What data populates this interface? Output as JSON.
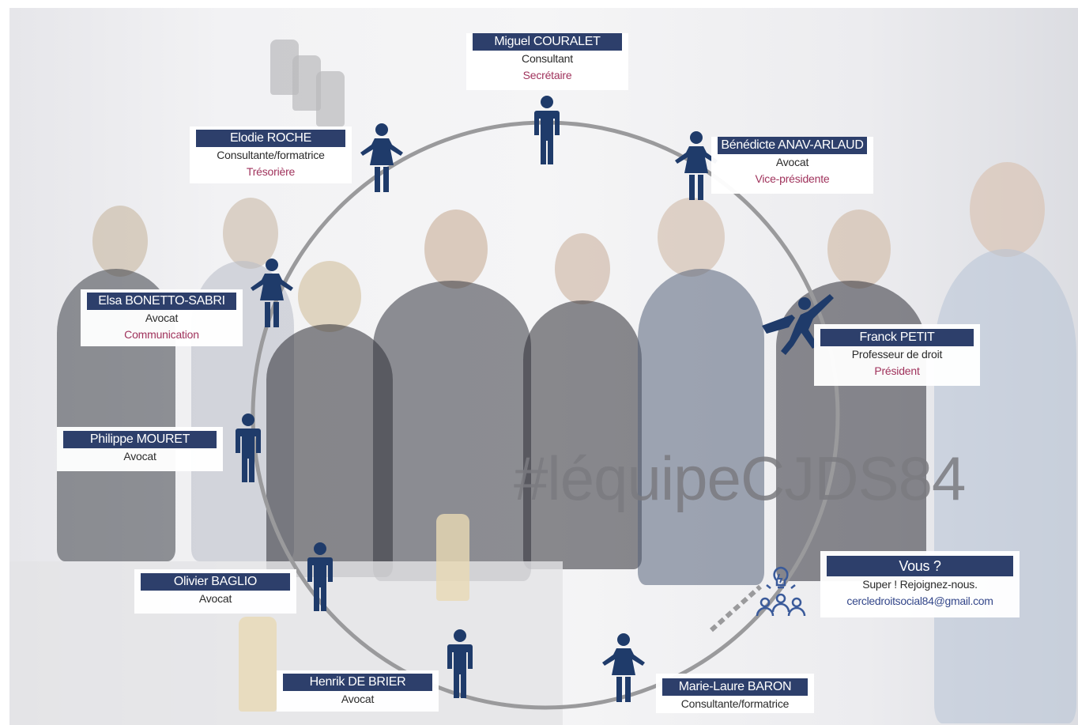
{
  "hashtag": "#léquipeCJDS84",
  "colors": {
    "navy": "#2d3f6b",
    "icon_navy": "#1f3b6a",
    "office_red": "#a0335c",
    "email_blue": "#34478a",
    "circle_gray": "#9a9a9c"
  },
  "members": [
    {
      "name": "Miguel COURALET",
      "role": "Consultant",
      "office": "Secrétaire",
      "icon": "man-icon"
    },
    {
      "name": "Bénédicte ANAV-ARLAUD",
      "role": "Avocat",
      "office": "Vice-présidente",
      "icon": "woman-icon"
    },
    {
      "name": "Franck PETIT",
      "role": "Professeur de droit",
      "office": "Président",
      "icon": "superhero-icon"
    },
    {
      "name": "Marie-Laure BARON",
      "role": "Consultante/formatrice",
      "office": "",
      "icon": "woman-icon"
    },
    {
      "name": "Henrik DE BRIER",
      "role": "Avocat",
      "office": "",
      "icon": "man-icon"
    },
    {
      "name": "Olivier BAGLIO",
      "role": "Avocat",
      "office": "",
      "icon": "man-icon"
    },
    {
      "name": "Philippe MOURET",
      "role": "Avocat",
      "office": "",
      "icon": "man-icon"
    },
    {
      "name": "Elsa BONETTO-SABRI",
      "role": "Avocat",
      "office": "Communication",
      "icon": "woman-icon"
    },
    {
      "name": "Elodie ROCHE",
      "role": "Consultante/formatrice",
      "office": "Trésorière",
      "icon": "woman-icon"
    }
  ],
  "invite": {
    "title": "Vous ?",
    "text": "Super ! Rejoignez-nous.",
    "email": "cercledroitsocial84@gmail.com",
    "icon": "team-idea-icon"
  }
}
